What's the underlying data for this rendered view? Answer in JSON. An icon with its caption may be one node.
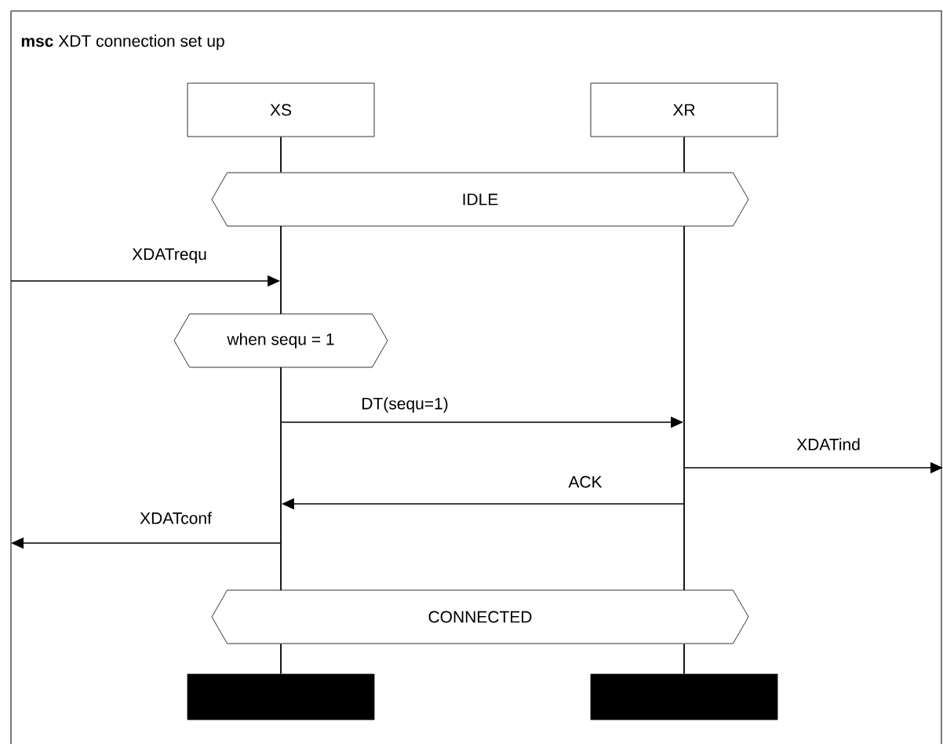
{
  "diagram": {
    "title": "**msc** XDT connection set up",
    "nodes": [
      {
        "text": [
          "XS"
        ]
      },
      {
        "text": [
          "XR"
        ]
      },
      {
        "text": [],
        "shape": "line"
      },
      {
        "text": [],
        "shape": "line"
      },
      {
        "text": [],
        "shape": "line"
      },
      {
        "text": [
          "IDLE"
        ]
      },
      {
        "text": [
          "when sequ = 1"
        ]
      },
      {
        "text": [
          "CONNECTED"
        ]
      },
      {
        "text": [],
        "shape": "bar"
      },
      {
        "text": [],
        "shape": "bar"
      }
    ],
    "edges": [
      {
        "from": null,
        "to": 2,
        "arrow": "to",
        "label": "XDATrequ"
      },
      {
        "from": 3,
        "to": 4,
        "arrow": "to",
        "label": "DT(sequ=1)"
      },
      {
        "from": 4,
        "to": null,
        "arrow": "to",
        "label": "XDATind"
      },
      {
        "from": 4,
        "to": 3,
        "arrow": "to",
        "label": "ACK"
      },
      {
        "from": 3,
        "to": null,
        "arrow": "to",
        "label": "XDATconf"
      },
      {
        "from": 0,
        "to": 5,
        "arrow": "none"
      },
      {
        "from": 1,
        "to": 5,
        "arrow": "none"
      },
      {
        "from": 7,
        "to": 8,
        "arrow": "none"
      },
      {
        "from": 7,
        "to": 9,
        "arrow": "none"
      }
    ]
  }
}
